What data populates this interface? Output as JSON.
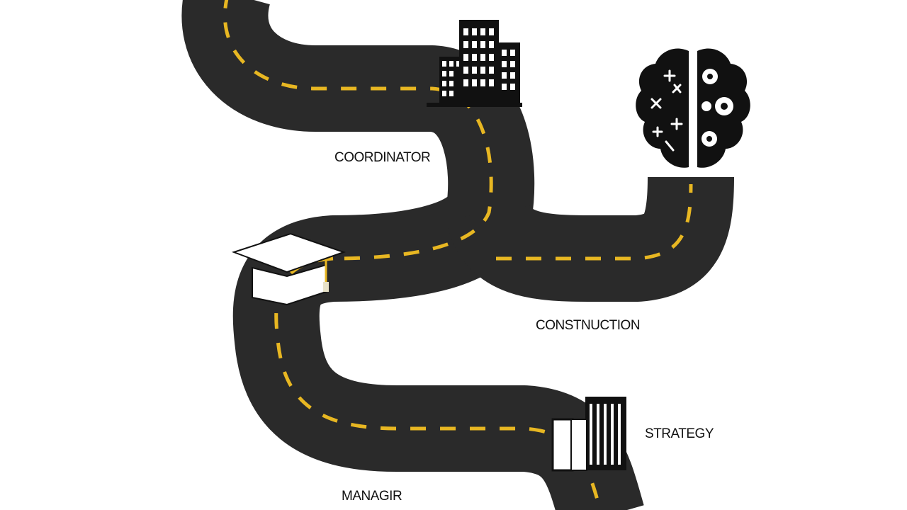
{
  "labels": {
    "coordinator": "COORDINATOR",
    "construction": "CONSTNUCTION",
    "strategy": "STRATEGY",
    "manager": "MANAGIR"
  },
  "colors": {
    "road": "#2a2a2a",
    "lane_marking": "#e8b722",
    "icon": "#111111",
    "background": "#ffffff"
  },
  "icons": [
    "city-buildings-icon",
    "brain-gears-icon",
    "graduation-cap-icon",
    "office-building-icon"
  ]
}
